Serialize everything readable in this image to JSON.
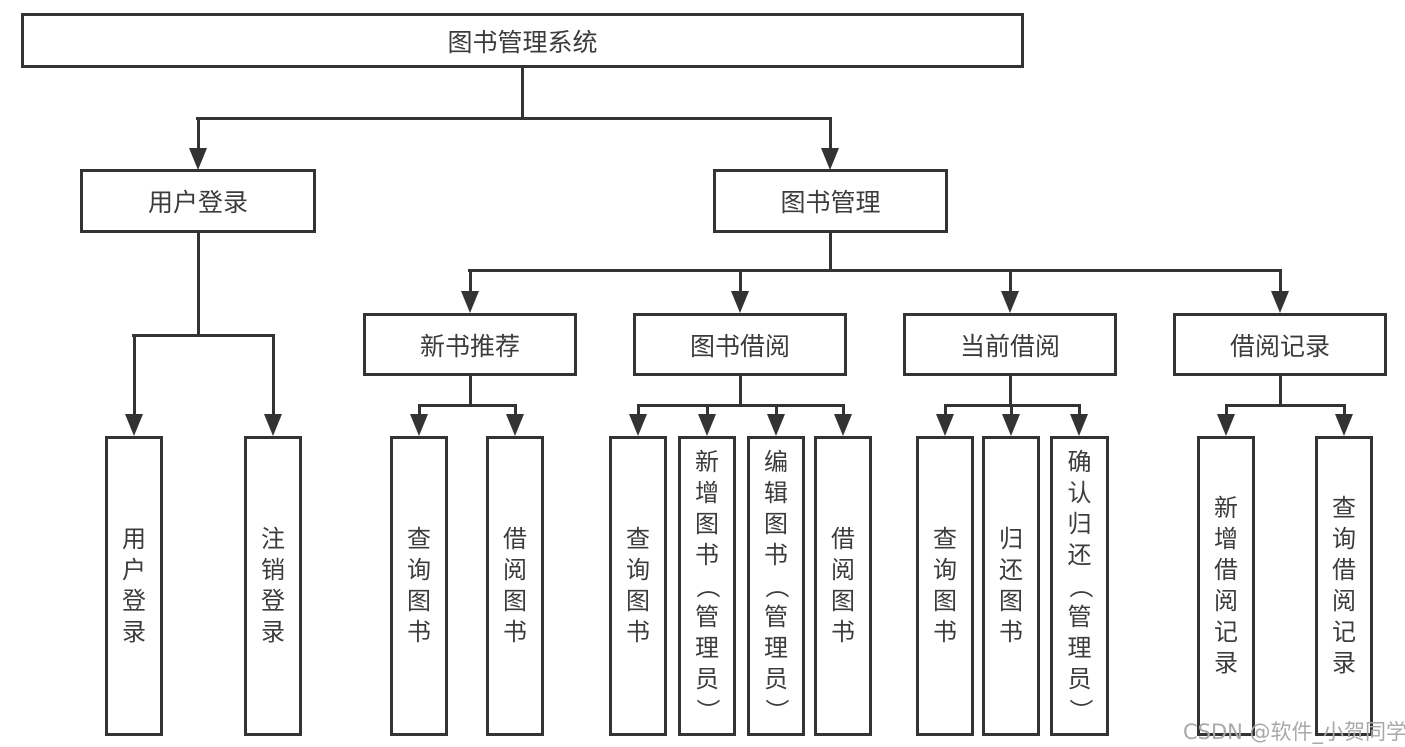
{
  "colors": {
    "line": "#333333",
    "text": "#3c3c3c",
    "watermark": "#a9a9a9",
    "background": "#ffffff"
  },
  "watermark": {
    "text": "CSDN @软件_小贺同学"
  },
  "nodes": {
    "root": {
      "label": "图书管理系统"
    },
    "level2": [
      {
        "label": "用户登录"
      },
      {
        "label": "图书管理"
      }
    ],
    "level3": [
      {
        "label": "新书推荐"
      },
      {
        "label": "图书借阅"
      },
      {
        "label": "当前借阅"
      },
      {
        "label": "借阅记录"
      }
    ],
    "leaves": {
      "user": [
        {
          "label": "用户登录"
        },
        {
          "label": "注销登录"
        }
      ],
      "recommend": [
        {
          "label": "查询图书"
        },
        {
          "label": "借阅图书"
        }
      ],
      "borrow": [
        {
          "label": "查询图书"
        },
        {
          "label": "新增图书（管理员）"
        },
        {
          "label": "编辑图书（管理员）"
        },
        {
          "label": "借阅图书"
        }
      ],
      "current": [
        {
          "label": "查询图书"
        },
        {
          "label": "归还图书"
        },
        {
          "label": "确认归还（管理员）"
        }
      ],
      "records": [
        {
          "label": "新增借阅记录"
        },
        {
          "label": "查询借阅记录"
        }
      ]
    }
  }
}
